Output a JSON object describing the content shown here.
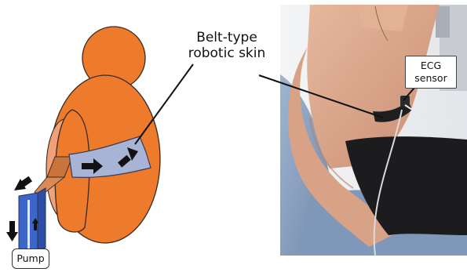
{
  "labels": {
    "belt_line1": "Belt-type",
    "belt_line2": "robotic skin",
    "ecg_line1": "ECG",
    "ecg_line2": "sensor",
    "pump": "Pump"
  },
  "colors": {
    "body_orange": "#ee7a2c",
    "body_outline": "#3a2a20",
    "belt_blue": "#a8b4d6",
    "tube_blue": "#3e66c8",
    "connector_brown": "#c8743c",
    "arrow_black": "#111111",
    "photo_wall": "#eef0f2",
    "photo_skin": "#d9a88e",
    "photo_chair": "#8fa6c4",
    "photo_pants": "#1c1c1e"
  },
  "icons": {
    "belt_arrows": "arrow-right-icon",
    "flow_arrows": "arrow-icon"
  }
}
